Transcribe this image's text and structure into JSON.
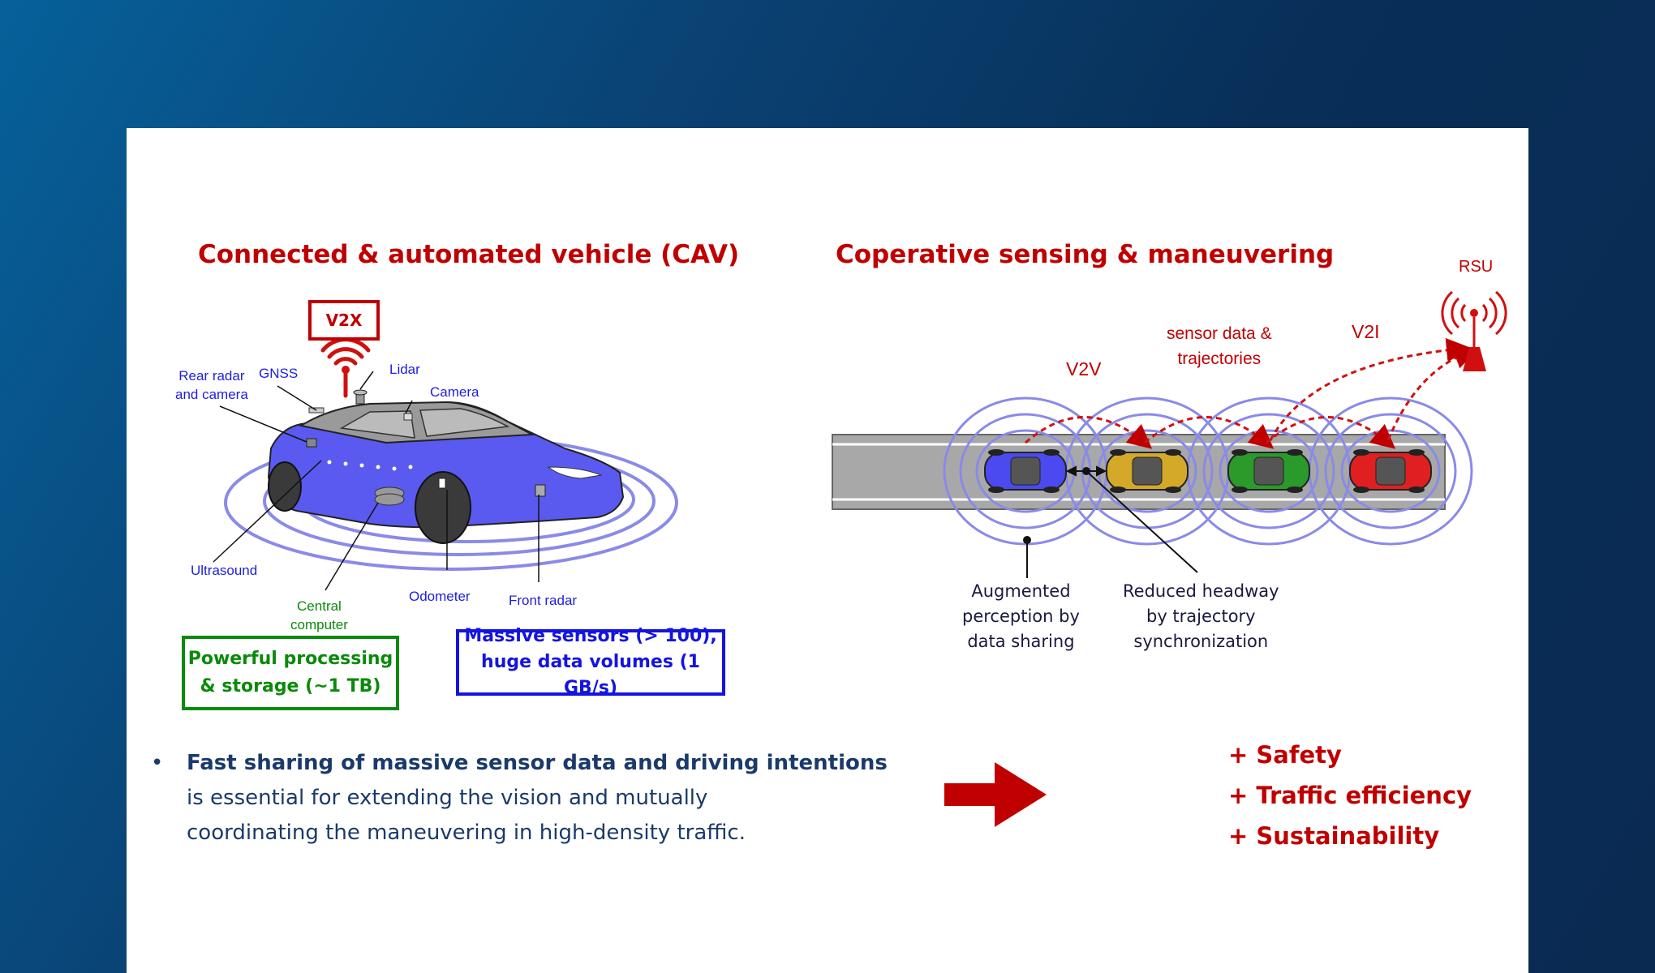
{
  "left": {
    "title": "Connected & automated vehicle (CAV)",
    "v2x": "V2X",
    "labels": {
      "rear_radar_line1": "Rear radar",
      "rear_radar_line2": "and camera",
      "gnss": "GNSS",
      "lidar": "Lidar",
      "camera": "Camera",
      "ultrasound": "Ultrasound",
      "central_line1": "Central",
      "central_line2": "computer",
      "odometer": "Odometer",
      "front_radar": "Front radar"
    },
    "processing_box": {
      "line1": "Powerful processing",
      "line2": "& storage  (~1 TB)"
    },
    "sensors_box": {
      "line1": "Massive sensors  (> 100),",
      "line2": "huge data volumes (1 GB/s)"
    }
  },
  "right": {
    "title": "Coperative sensing & maneuvering",
    "rsu": "RSU",
    "v2v": "V2V",
    "v2i": "V2I",
    "sensor_data_line1": "sensor data &",
    "sensor_data_line2": "trajectories",
    "augmented": [
      "Augmented",
      "perception by",
      "data sharing"
    ],
    "reduced": [
      "Reduced headway",
      "by trajectory",
      "synchronization"
    ]
  },
  "bottom": {
    "bullet": "•",
    "bold_text": "Fast sharing of massive sensor data and driving intentions",
    "line2": "is essential for extending the vision and mutually",
    "line3": "coordinating the maneuvering in high-density traffic.",
    "benefits": [
      "+ Safety",
      "+ Traffic efficiency",
      "+ Sustainability"
    ]
  },
  "colors": {
    "title_red": "#c00000",
    "label_blue": "#1e1ee0",
    "processing_green": "#0a8a0a",
    "sensors_blue": "#1414e0",
    "text_navy": "#1a3a6a",
    "car_blue": "#5a5af0",
    "car_yellow": "#d4a828",
    "car_green": "#2a9a2a",
    "car_red": "#e02020"
  }
}
